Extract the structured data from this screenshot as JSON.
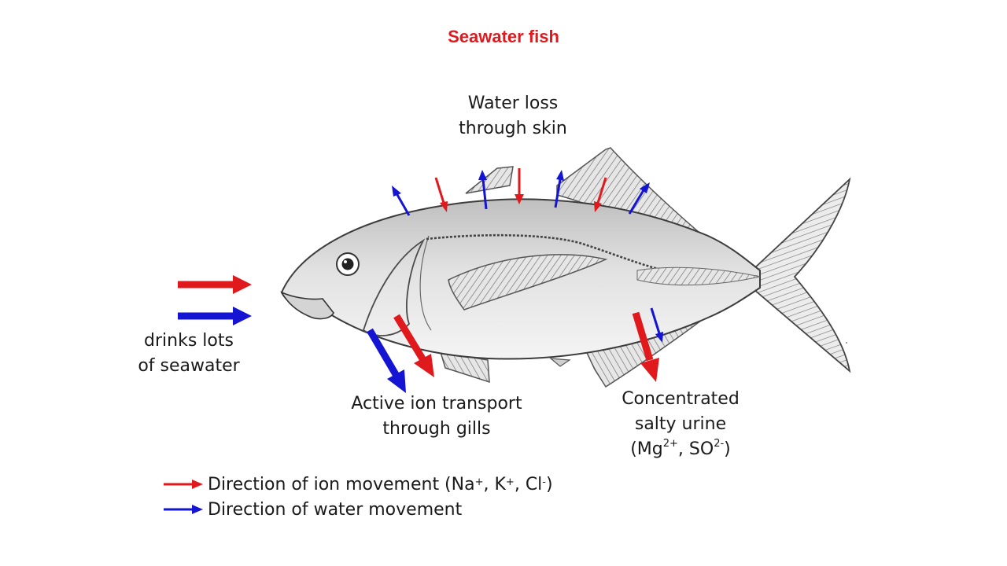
{
  "title": "Seawater fish",
  "labels": {
    "skin": [
      "Water loss",
      "through skin"
    ],
    "drinks": [
      "drinks lots",
      "of seawater"
    ],
    "gills": [
      "Active ion transport",
      "through gills"
    ],
    "urine": [
      "Concentrated",
      "salty urine"
    ],
    "urine_ions": {
      "open": "(Mg",
      "mg_charge": "2+",
      "sep": ", SO",
      "so_charge": "2-",
      "close": ")"
    }
  },
  "legend": {
    "ion": {
      "text": "Direction of ion movement (Na",
      "na": "+",
      "k": ", K",
      "k_charge": "+",
      "cl": ", Cl",
      "cl_charge": "-",
      "close": " )"
    },
    "water": {
      "text": "Direction of water movement"
    }
  },
  "colors": {
    "ion": "#e0191d",
    "water": "#1414d2",
    "title": "#e0191d"
  }
}
